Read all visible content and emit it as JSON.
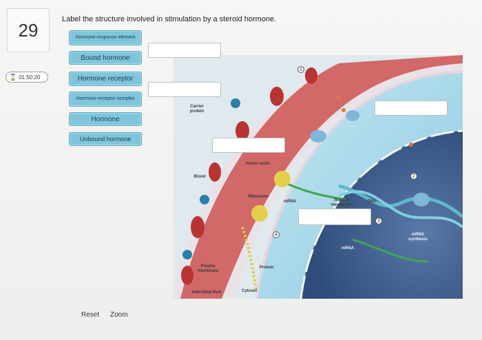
{
  "question_number": "29",
  "timer": {
    "icon": "hourglass-icon",
    "glyph": "⌛",
    "text": "01:50:20"
  },
  "prompt": "Label the structure involved in stimulation by a steroid hormone.",
  "labels": [
    "Hormone-response element",
    "Bound hormone",
    "Hormone receptor",
    "Hormone-receptor complex",
    "Hormone",
    "Unbound hormone"
  ],
  "footer": {
    "reset": "Reset",
    "zoom": "Zoom"
  },
  "figure": {
    "carrier_protein": "Carrier protein",
    "amino_acids": "Amino acids",
    "blood": "Blood",
    "ribosome": "Ribosome",
    "mrna_1": "mRNA",
    "nuclear_membrane": "Nuclear membrane",
    "dna": "DNA",
    "mrna_synthesis": "mRNA synthesis",
    "mrna_2": "mRNA",
    "plasma_membrane": "Plasma membrane",
    "protein": "Protein",
    "interstitial_fluid": "Interstitial fluid",
    "cytosol": "Cytosol",
    "step_1": "1",
    "step_2": "2",
    "step_3": "3",
    "step_4": "4"
  },
  "colors": {
    "label_fill": "#7fc6dd",
    "cytoplasm": "#a9d9ea",
    "nucleus": "#3e5f8e",
    "blood_vessel": "#c94a4a"
  }
}
